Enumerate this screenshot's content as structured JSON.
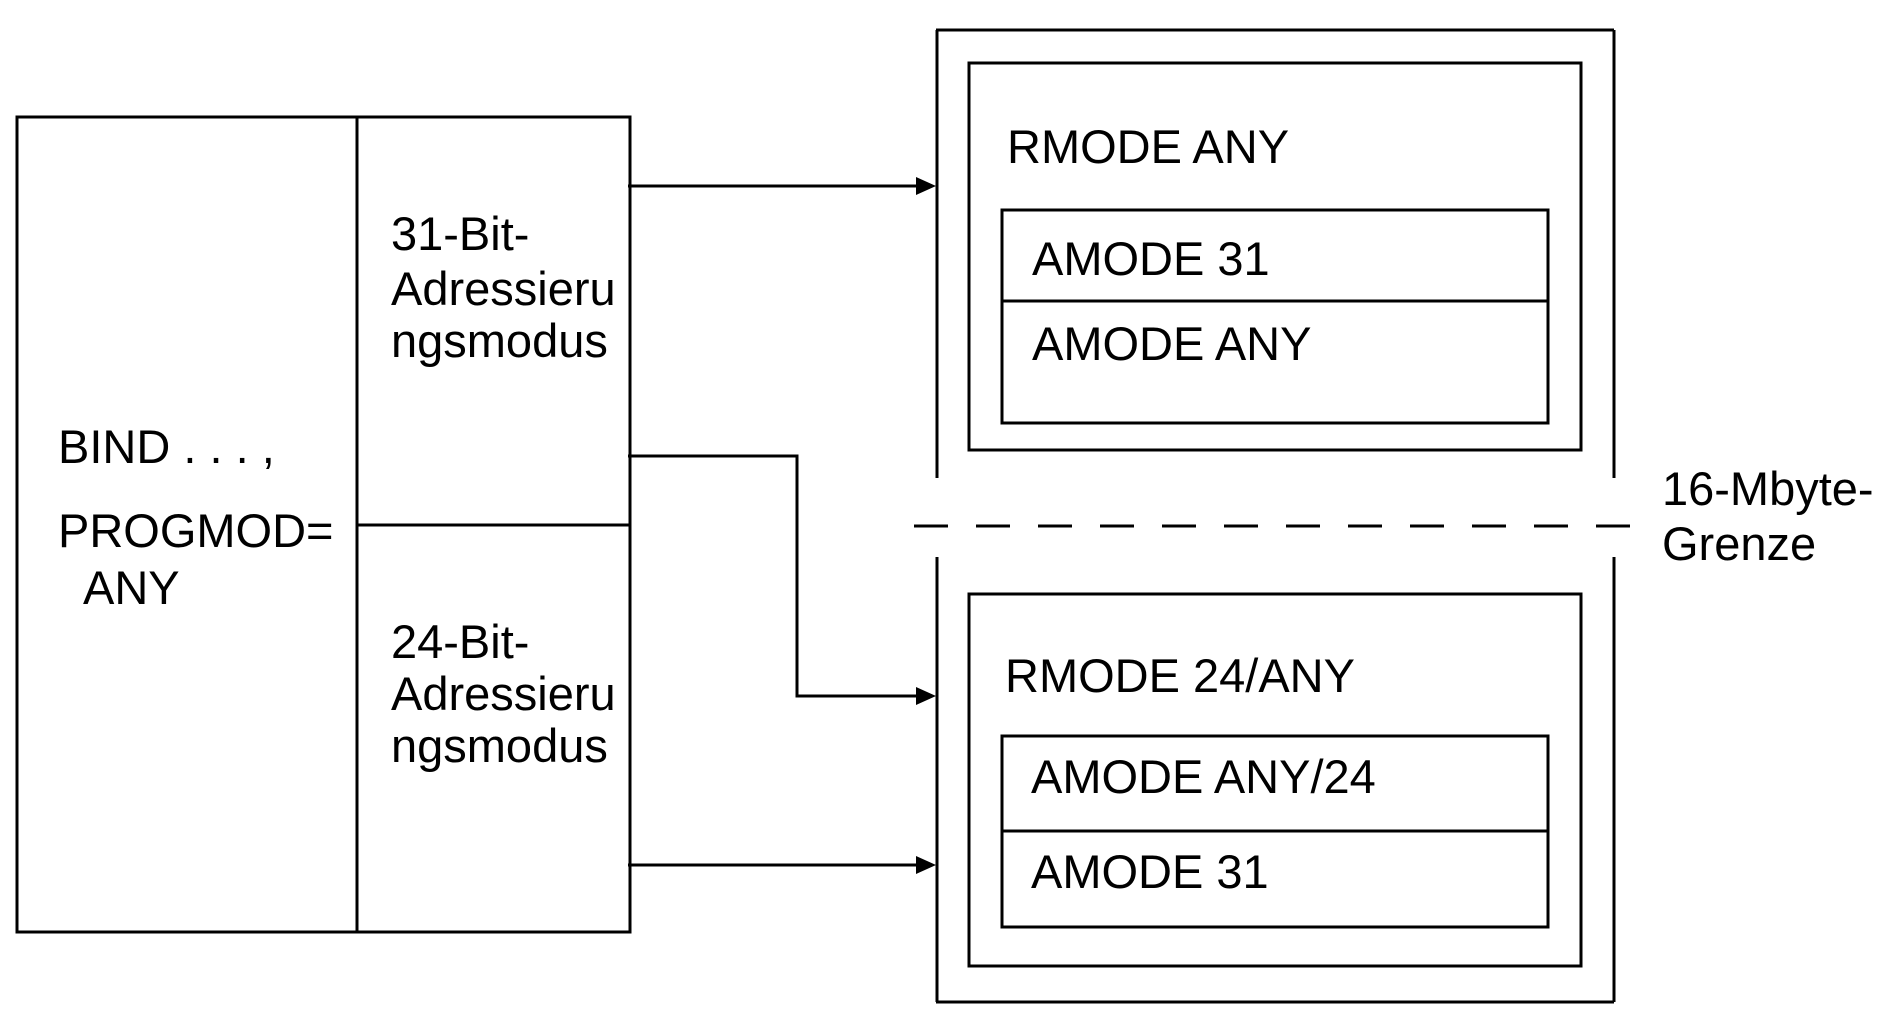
{
  "diagram": {
    "left_block": {
      "command_lines": [
        "BIND . . . ,",
        "PROGMOD=",
        "ANY"
      ],
      "upper_mode_lines": [
        "31-Bit-",
        "Adressieru",
        "ngsmodus"
      ],
      "lower_mode_lines": [
        "24-Bit-",
        "Adressieru",
        "ngsmodus"
      ]
    },
    "upper_region": {
      "rmode": "RMODE ANY",
      "amodes": [
        "AMODE 31",
        "AMODE ANY"
      ]
    },
    "lower_region": {
      "rmode": "RMODE 24/ANY",
      "amodes": [
        "AMODE ANY/24",
        "AMODE 31"
      ]
    },
    "boundary_label_lines": [
      "16-Mbyte-",
      "Grenze"
    ],
    "connections": [
      {
        "from": "31-Bit-Adressierungsmodus",
        "to": "RMODE ANY"
      },
      {
        "from": "31-Bit-Adressierungsmodus",
        "to": "RMODE 24/ANY"
      },
      {
        "from": "24-Bit-Adressierungsmodus",
        "to": "RMODE 24/ANY"
      }
    ]
  }
}
